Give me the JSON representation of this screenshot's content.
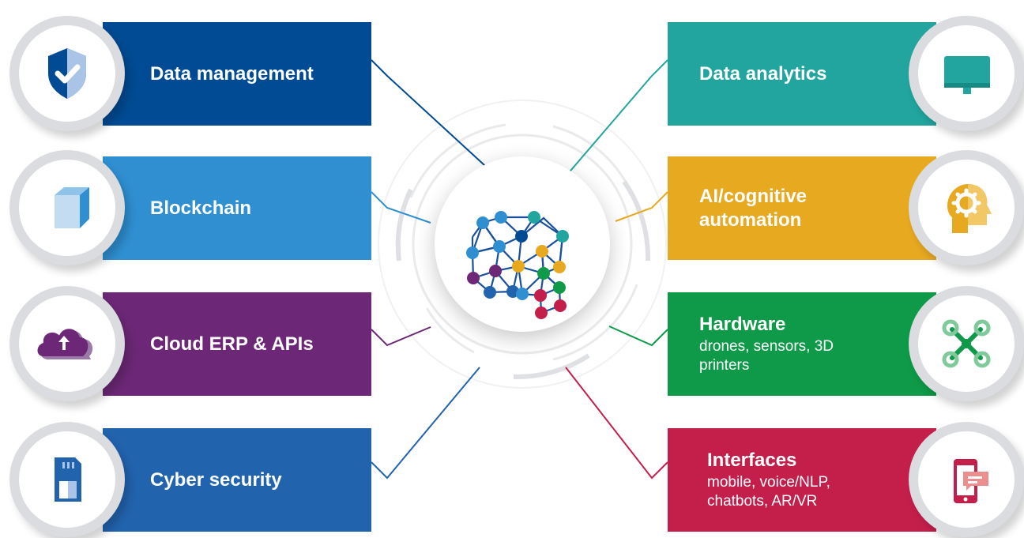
{
  "colors": {
    "data_management": "#004b93",
    "blockchain": "#2f8fd1",
    "cloud_erp": "#6c2876",
    "cyber_security": "#2263ae",
    "data_analytics": "#21a59e",
    "ai_automation": "#e7a920",
    "hardware": "#0e9a48",
    "interfaces": "#c41f4b",
    "bubble_ring": "#dbdcdf"
  },
  "left_items": [
    {
      "title": "Data management",
      "icon": "shield-check-icon"
    },
    {
      "title": "Blockchain",
      "icon": "cube-icon"
    },
    {
      "title": "Cloud ERP & APIs",
      "icon": "cloud-upload-icon"
    },
    {
      "title": "Cyber security",
      "icon": "sd-card-icon"
    }
  ],
  "right_items": [
    {
      "title": "Data analytics",
      "subtitle": "",
      "icon": "monitor-icon"
    },
    {
      "title": "AI/cognitive automation",
      "subtitle": "",
      "icon": "head-gear-icon"
    },
    {
      "title": "Hardware",
      "subtitle": "drones, sensors, 3D printers",
      "icon": "drone-icon"
    },
    {
      "title": "Interfaces",
      "subtitle": "mobile, voice/NLP, chatbots, AR/VR",
      "icon": "phone-chat-icon"
    }
  ],
  "hub": {
    "icon": "neural-network-brain-icon"
  }
}
